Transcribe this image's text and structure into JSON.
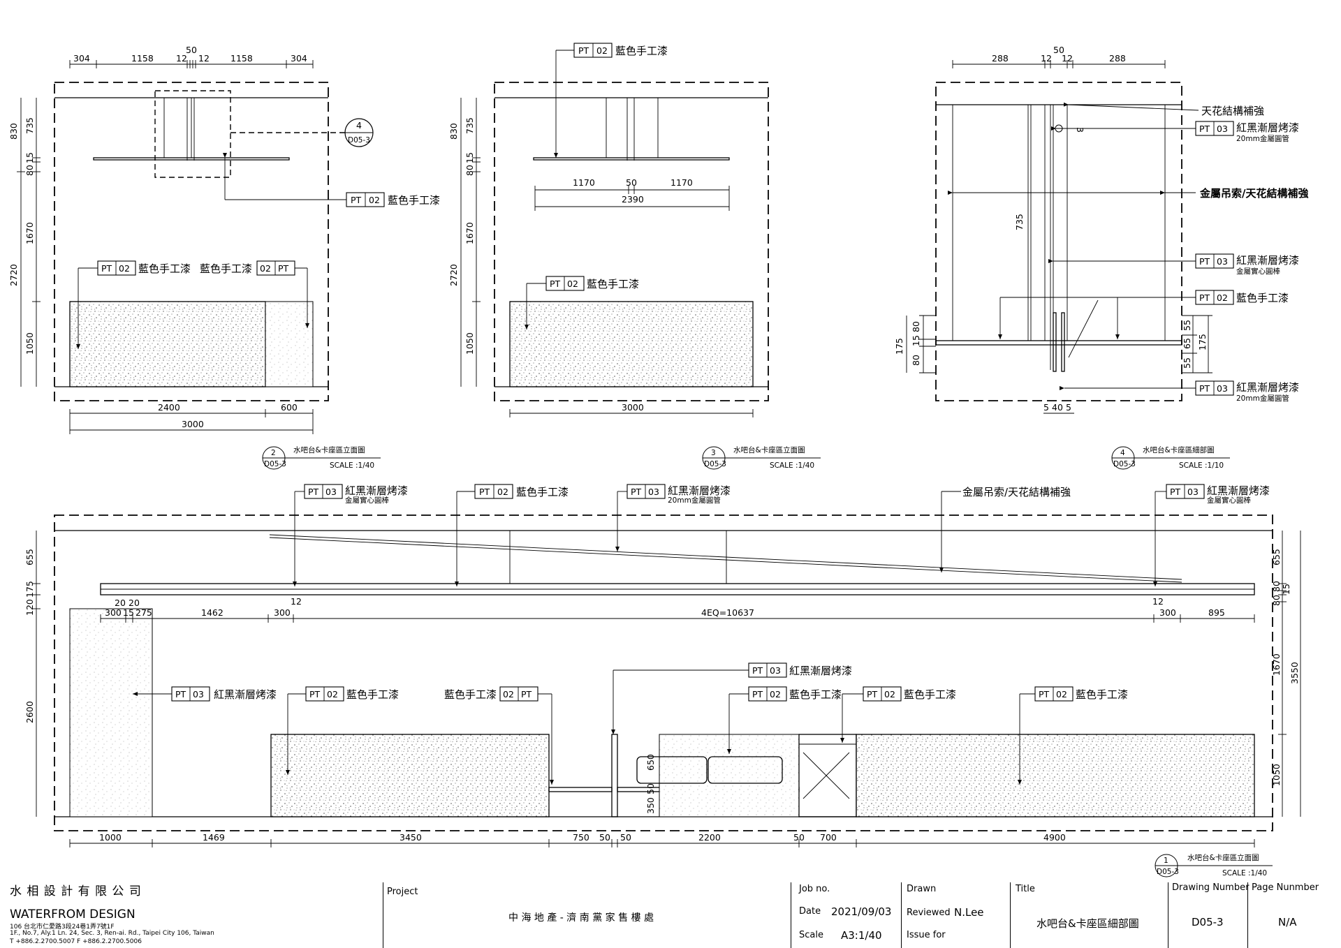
{
  "tags": {
    "pt02": {
      "code": "PT",
      "num": "02",
      "label": "藍色手工漆"
    },
    "pt03": {
      "code": "PT",
      "num": "03",
      "label": "紅黑漸層烤漆"
    }
  },
  "notes": {
    "ceiling_reinforce": "天花結構補強",
    "cable_reinforce": "金屬吊索/天花結構補強",
    "pipe_20mm": "20mm金屬圓管",
    "solid_rod": "金屬實心圓棒"
  },
  "views": {
    "v2": {
      "num": "2",
      "sheet": "D05-3",
      "title": "水吧台&卡座區立面圖",
      "scale": "SCALE :1/40"
    },
    "v3": {
      "num": "3",
      "sheet": "D05-3",
      "title": "水吧台&卡座區立面圖",
      "scale": "SCALE :1/40"
    },
    "v4": {
      "num": "4",
      "sheet": "D05-3",
      "title": "水吧台&卡座區細部圖",
      "scale": "SCALE :1/10"
    },
    "v1": {
      "num": "1",
      "sheet": "D05-3",
      "title": "水吧台&卡座區立面圖",
      "scale": "SCALE :1/40"
    }
  },
  "callout_detail": {
    "num": "4",
    "sheet": "D05-3"
  },
  "dims": {
    "v2_top": [
      "304",
      "1158",
      "12",
      "50",
      "12",
      "1158",
      "304"
    ],
    "v2_left": [
      "830",
      "735",
      "15",
      "80",
      "1670",
      "2720",
      "1050"
    ],
    "v2_bottom": [
      "2400",
      "600",
      "3000"
    ],
    "v3_left": [
      "830",
      "735",
      "15",
      "80",
      "1670",
      "2720",
      "1050"
    ],
    "v3_mid": [
      "1170",
      "50",
      "1170",
      "2390"
    ],
    "v3_bottom": "3000",
    "v4_top": [
      "288",
      "12",
      "50",
      "12",
      "288"
    ],
    "v4_mid": "735",
    "v4_left": [
      "175",
      "80",
      "15",
      "80"
    ],
    "v4_right": [
      "55",
      "65",
      "55",
      "175"
    ],
    "v4_bottom": [
      "5",
      "40",
      "5"
    ],
    "v4_pipe": "3",
    "v1_left": [
      "655",
      "175",
      "120",
      "2600"
    ],
    "v1_right": [
      "655",
      "80",
      "15",
      "80",
      "1670",
      "3550",
      "1050"
    ],
    "v1_row": [
      "20",
      "20",
      "300",
      "15",
      "275",
      "1462",
      "300",
      "12",
      "4EQ=10637",
      "12",
      "300",
      "895"
    ],
    "v1_bottom": [
      "1000",
      "1469",
      "3450",
      "750",
      "50",
      "50",
      "2200",
      "50",
      "700",
      "4900"
    ],
    "v1_booth": [
      "650",
      "50",
      "350"
    ]
  },
  "titleblock": {
    "company_cn": "水 相 設 計 有 限 公 司",
    "company_en": "WATERFROM DESIGN",
    "address_cn": "106 台北市仁愛路3段24巷1弄7號1F",
    "address_en": "1F., No.7, Aly.1 Ln. 24, Sec. 3, Ren-ai. Rd., Taipei City 106, Taiwan",
    "phone": "T +886.2.2700.5007  F +886.2.2700.5006",
    "project_label": "Project",
    "project_name": "中 海 地 產 - 濟 南 黨 家 售 樓 處",
    "job_label": "Job no.",
    "date_label": "Date",
    "date": "2021/09/03",
    "scale_label": "Scale",
    "scale": "A3:1/40",
    "drawn_label": "Drawn",
    "reviewed_label": "Reviewed",
    "reviewed": "N.Lee",
    "issue_label": "Issue for",
    "title_label": "Title",
    "title": "水吧台&卡座區細部圖",
    "drawing_number_label": "Drawing Number",
    "drawing_number": "D05-3",
    "page_number_label": "Page Nunmber",
    "page_number": "N/A"
  }
}
